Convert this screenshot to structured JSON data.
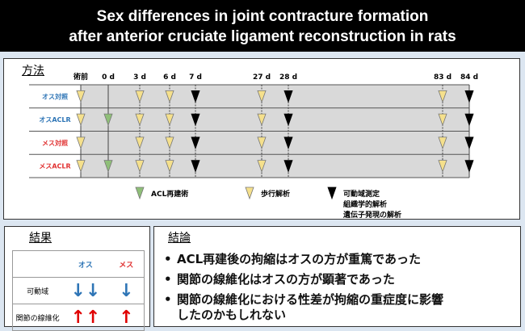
{
  "title": {
    "line1": "Sex differences in joint contracture formation",
    "line2": "after anterior cruciate ligament reconstruction in rats"
  },
  "methods": {
    "heading": "方法",
    "timepoints": [
      "術前",
      "0 d",
      "3 d",
      "6 d",
      "7 d",
      "27 d",
      "28 d",
      "83 d",
      "84 d"
    ],
    "groups": [
      {
        "label": "オス対照",
        "color": "#2e75b6",
        "acl": false
      },
      {
        "label": "オスACLR",
        "color": "#2e75b6",
        "acl": true
      },
      {
        "label": "メス対照",
        "color": "#e03030",
        "acl": false
      },
      {
        "label": "メスACLR",
        "color": "#e03030",
        "acl": true
      }
    ],
    "legend": {
      "acl": "ACL再建術",
      "gait": "歩行解析",
      "measure": [
        "可動域測定",
        "組織学的解析",
        "遺伝子発現の解析"
      ]
    },
    "colors": {
      "acl": "#8fbf78",
      "gait": "#f5e08c",
      "measure": "#000000"
    }
  },
  "results": {
    "heading": "結果",
    "col_male": "オス",
    "col_female": "メス",
    "rows": [
      {
        "label": "可動域",
        "male": "↓↓",
        "female": "↓"
      },
      {
        "label": "関節の線維化",
        "male": "↑↑",
        "female": "↑"
      }
    ]
  },
  "conclusion": {
    "heading": "結論",
    "bullet": "•",
    "items": [
      "ACL再建後の拘縮はオスの方が重篤であった",
      "関節の線維化はオスの方が顕著であった",
      "関節の線維化における性差が拘縮の重症度に影響",
      "したのかもしれない"
    ]
  }
}
